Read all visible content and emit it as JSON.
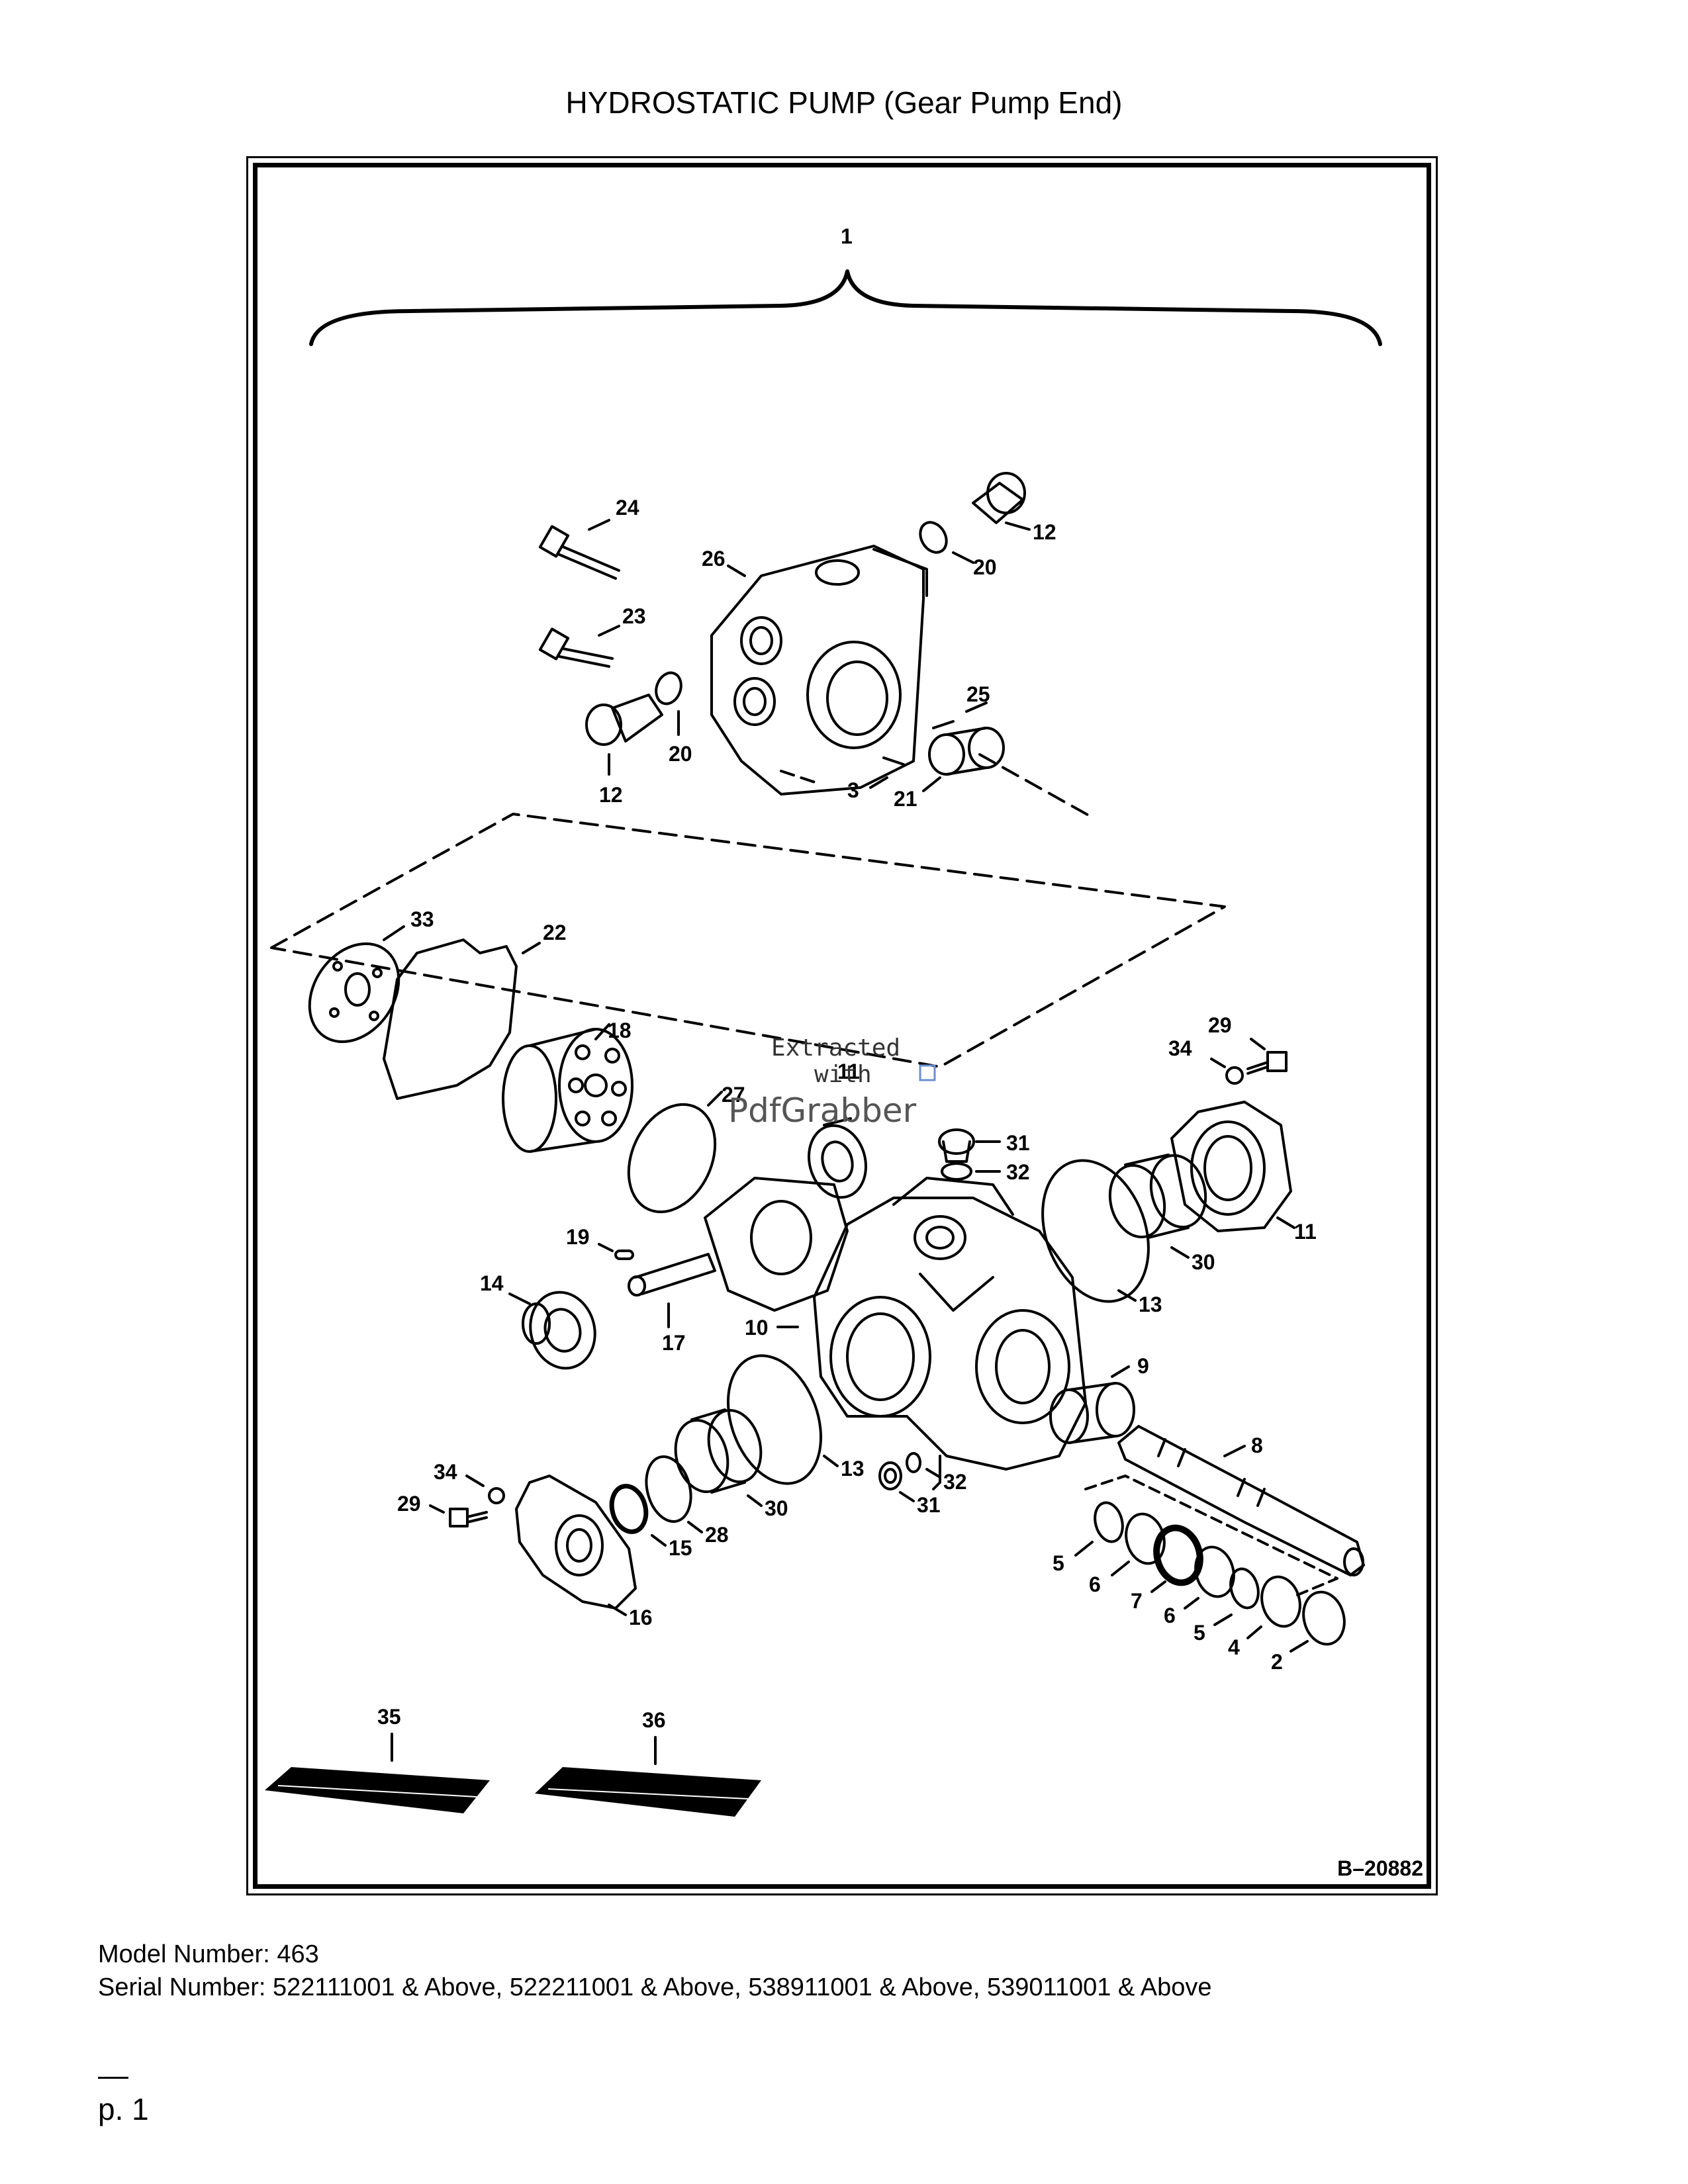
{
  "title": "HYDROSTATIC PUMP (Gear Pump End)",
  "figure_code": "B–20882",
  "callouts": {
    "c1": "1",
    "c24": "24",
    "c12a": "12",
    "c26": "26",
    "c20a": "20",
    "c23": "23",
    "c25": "25",
    "c20b": "20",
    "c12b": "12",
    "c3": "3",
    "c21": "21",
    "c33": "33",
    "c22": "22",
    "c18": "18",
    "c11top": "11",
    "c27": "27",
    "c29a": "29",
    "c34a": "34",
    "c31a": "31",
    "c32a": "32",
    "c11": "11",
    "c19": "19",
    "c30a": "30",
    "c14": "14",
    "c13a": "13",
    "c17": "17",
    "c10": "10",
    "c9": "9",
    "c8": "8",
    "c34b": "34",
    "c29b": "29",
    "c13b": "13",
    "c32b": "32",
    "c30b": "30",
    "c31b": "31",
    "c28": "28",
    "c15": "15",
    "c16": "16",
    "c5a": "5",
    "c6a": "6",
    "c7": "7",
    "c6b": "6",
    "c5b": "5",
    "c4": "4",
    "c2": "2",
    "c35": "35",
    "c36": "36"
  },
  "watermark": {
    "line1": "Extracted",
    "line2": "with",
    "line3": "PdfGrabber"
  },
  "model_number": "Model Number: 463",
  "serial_number": "Serial Number: 522111001 & Above, 522211001 & Above, 538911001 & Above, 539011001 & Above",
  "page_label": "p. 1"
}
